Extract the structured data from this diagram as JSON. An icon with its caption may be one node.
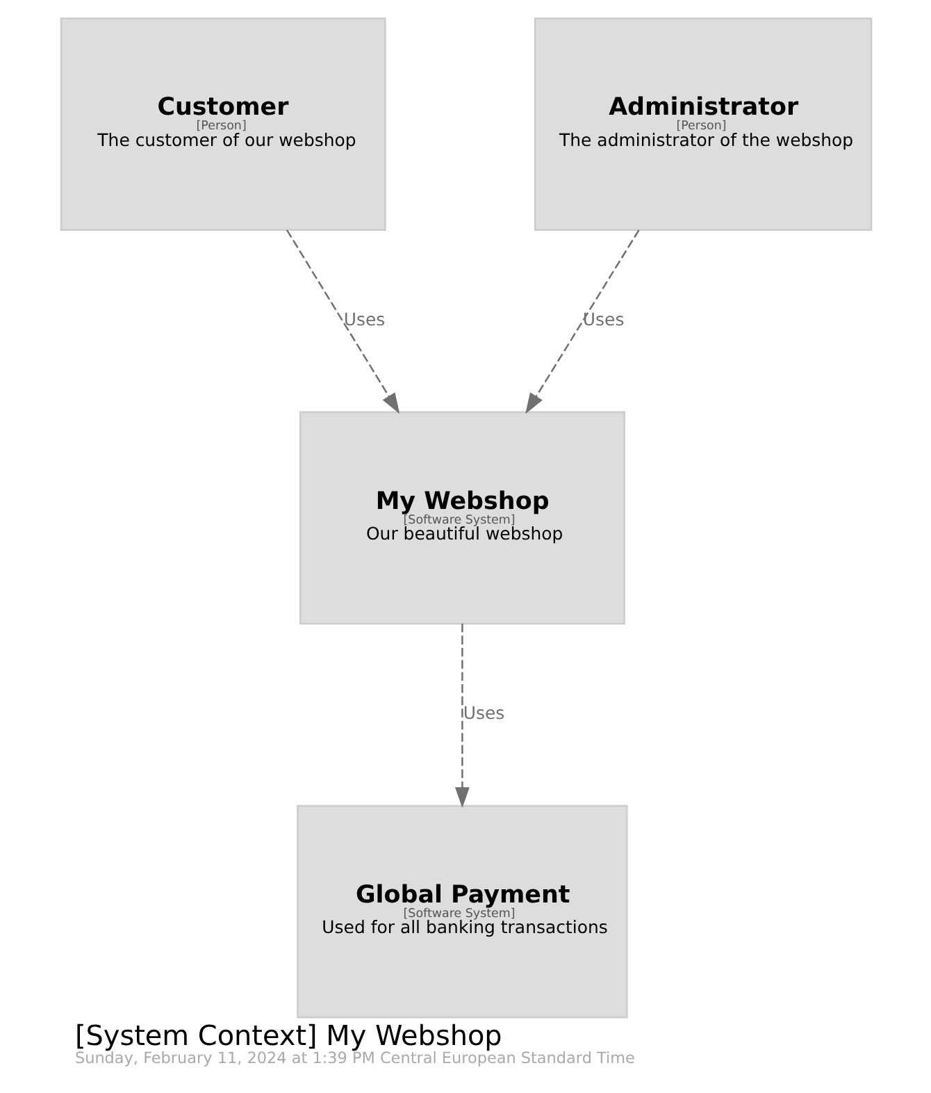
{
  "diagram": {
    "title": "[System Context] My Webshop",
    "caption": "Sunday, February 11, 2024 at 1:39 PM Central European Standard Time",
    "nodes": [
      {
        "text": [
          "Customer",
          "[Person]",
          "The customer of our webshop"
        ]
      },
      {
        "text": [
          "Administrator",
          "[Person]",
          "The administrator of the webshop"
        ]
      },
      {
        "text": [
          "My Webshop",
          "[Software System]",
          "Our beautiful webshop"
        ]
      },
      {
        "text": [
          "Global Payment",
          "[Software System]",
          "Used for all banking transactions"
        ]
      }
    ],
    "edges": [
      {
        "from": 0,
        "to": 2,
        "arrow": "to",
        "label": "Uses",
        "style": "dashed"
      },
      {
        "from": 1,
        "to": 2,
        "arrow": "to",
        "label": "Uses",
        "style": "dashed"
      },
      {
        "from": 2,
        "to": 3,
        "arrow": "to",
        "label": "Uses",
        "style": "dashed"
      }
    ]
  }
}
